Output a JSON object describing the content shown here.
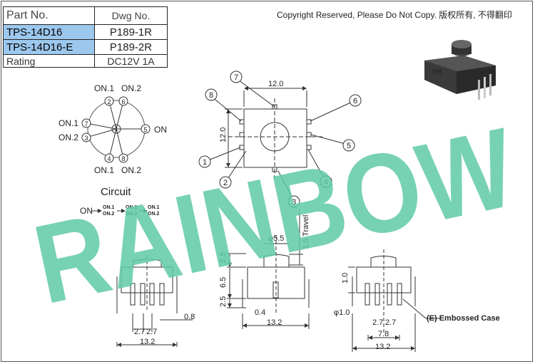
{
  "spec_table": {
    "header": {
      "part_no": "Part No.",
      "dwg_no": "Dwg No."
    },
    "rows": [
      {
        "part_no": "TPS-14D16",
        "dwg_no": "P189-1R"
      },
      {
        "part_no": "TPS-14D16-E",
        "dwg_no": "P189-2R"
      }
    ],
    "rating": {
      "label": "Rating",
      "value": "DC12V 1A"
    }
  },
  "copyright": "Copyright Reserved, Please Do Not Copy. 版权所有, 不得翻印",
  "watermark": "RAINBOW",
  "watermark_color": "#5fcaa7",
  "pin_diagram": {
    "top_labels": [
      "ON.1",
      "ON.2"
    ],
    "left_labels": [
      "ON.1",
      "ON.2"
    ],
    "bottom_labels": [
      "ON.1",
      "ON.2"
    ],
    "right_label": "ON",
    "pins": [
      "1",
      "2",
      "3",
      "4",
      "5",
      "6",
      "7",
      "8"
    ]
  },
  "circuit": {
    "title": "Circuit",
    "on_label": "ON",
    "stages": [
      {
        "top": "ON.1",
        "bottom": "ON.2"
      },
      {
        "top": "ON.1",
        "bottom": "ON.2"
      },
      {
        "top": "ON.1",
        "bottom": "ON.2"
      }
    ]
  },
  "top_view": {
    "width_dim": "12.0",
    "height_dim": "12.0",
    "callouts": [
      "1",
      "2",
      "3",
      "4",
      "5",
      "6",
      "7",
      "8"
    ],
    "product_mark": "RB"
  },
  "side_views": {
    "pitch_a": "2.7",
    "pitch_b": "2.7",
    "width": "13.2",
    "pin_width": "0.8",
    "cap_dia": "φ5.5",
    "travel": "1.5 Travel",
    "dim_25a": "2.5",
    "dim_65": "6.5",
    "dim_25b": "2.5",
    "dim_04": "0.4",
    "width_mid": "13.2",
    "dim_10": "1.0",
    "dia_10": "φ1.0",
    "dim_78": "7.8",
    "width_right": "13.2",
    "embossed": "(E)  Embossed Case"
  }
}
